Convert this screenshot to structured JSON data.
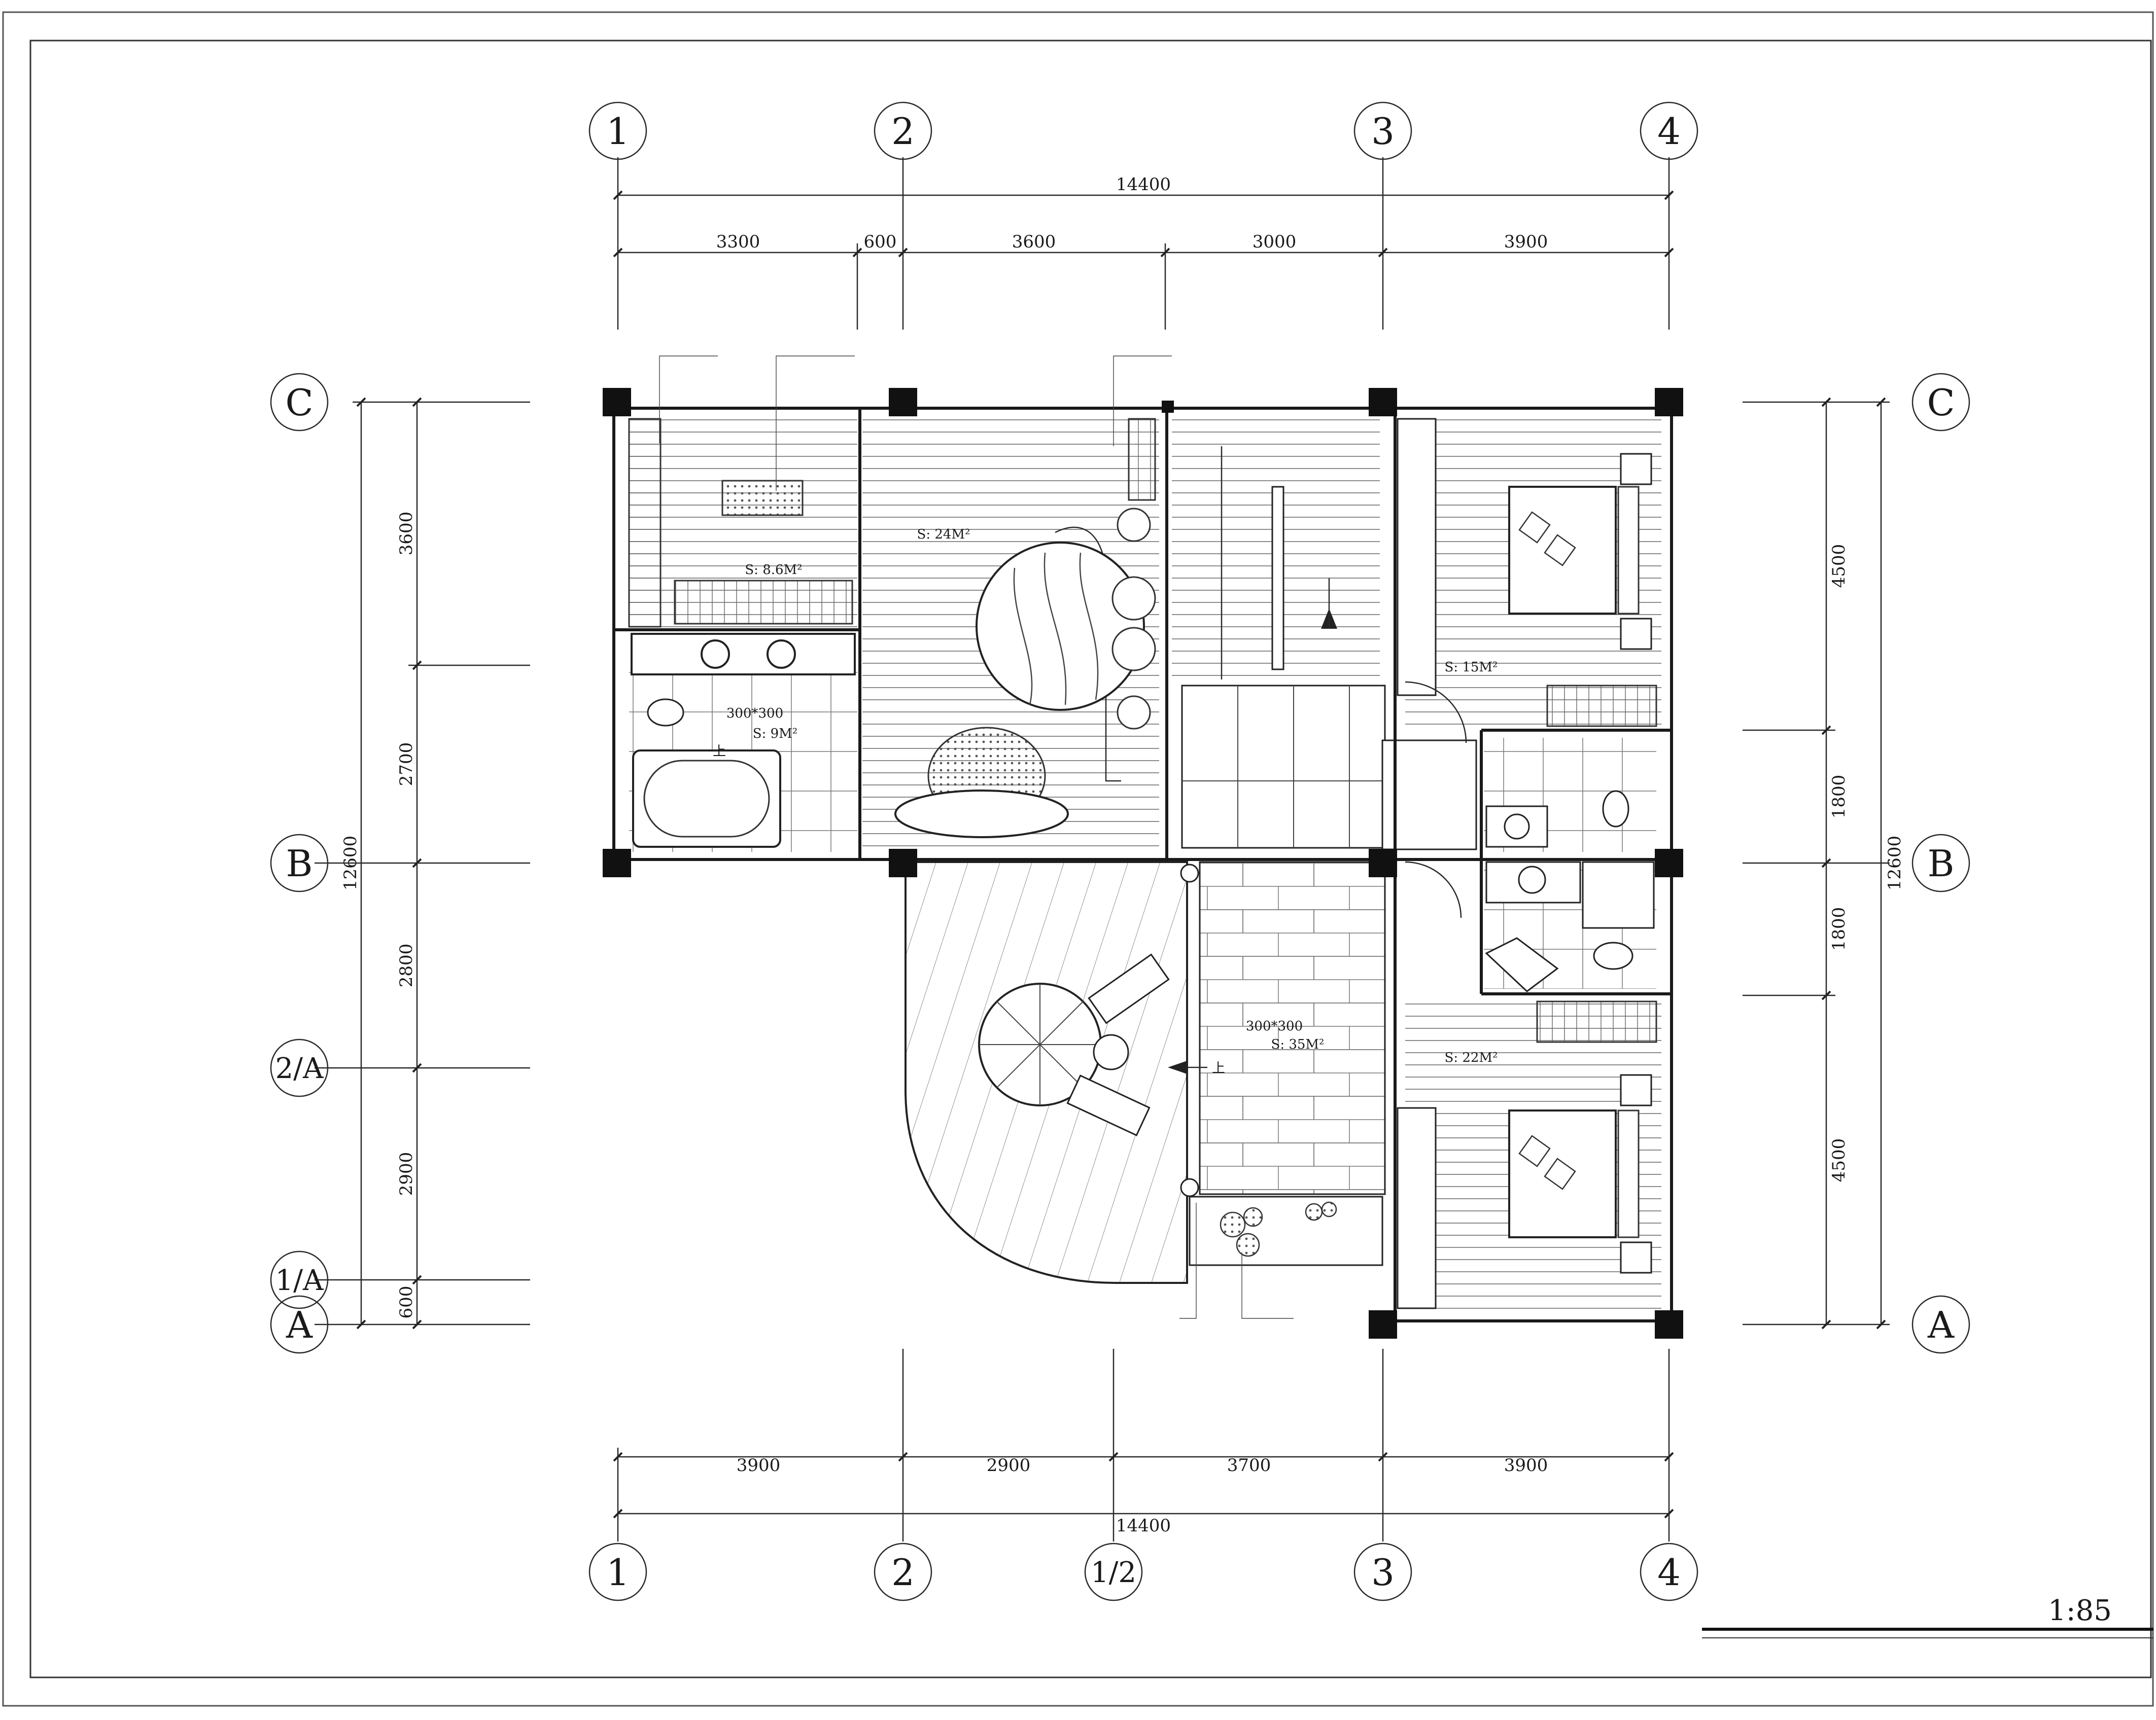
{
  "drawing": {
    "scale_label": "1:85",
    "axes": {
      "top": [
        "1",
        "2",
        "3",
        "4"
      ],
      "bottom": [
        "1",
        "2",
        "1/2",
        "3",
        "4"
      ],
      "left": [
        "C",
        "B",
        "2/A",
        "1/A",
        "A"
      ],
      "right": [
        "C",
        "B",
        "A"
      ]
    },
    "dimensions": {
      "top_total": "14400",
      "top_segments": [
        "3300",
        "600",
        "3600",
        "3000",
        "3900"
      ],
      "bottom_total": "14400",
      "bottom_segments": [
        "3900",
        "2900",
        "3700",
        "3900"
      ],
      "left_total": "12600",
      "left_segments": [
        "3600",
        "2700",
        "2800",
        "2900",
        "600"
      ],
      "right_total": "12600",
      "right_segments": [
        "4500",
        "1800",
        "1800",
        "4500"
      ]
    },
    "rooms": {
      "study": "S: 8.6M²",
      "master": "S: 24M²",
      "bath_tile": "300*300",
      "bath_area": "S: 9M²",
      "bedroom_ne": "S: 15M²",
      "terrace_tile": "300*300",
      "terrace_area": "S: 35M²",
      "bedroom_se": "S: 22M²",
      "up_mark": "上"
    }
  }
}
